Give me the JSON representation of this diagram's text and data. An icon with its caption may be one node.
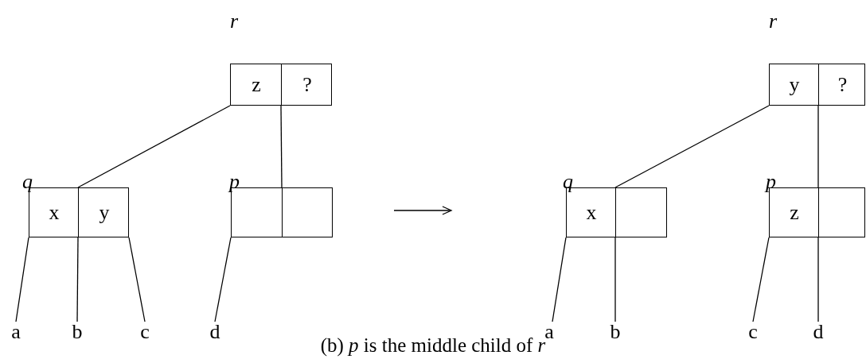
{
  "diagram": {
    "caption": "(b) *p* is the middle child of *r*",
    "nodes": [
      {
        "text": [
          "z",
          "?"
        ],
        "beside": [
          "r"
        ]
      },
      {
        "text": [
          "x",
          "y"
        ],
        "beside": [
          "q"
        ]
      },
      {
        "text": [],
        "shape": "box",
        "beside": [
          "p"
        ]
      },
      {
        "text": [
          "a"
        ]
      },
      {
        "text": [
          "b"
        ]
      },
      {
        "text": [
          "c"
        ]
      },
      {
        "text": [
          "d"
        ]
      },
      {
        "text": [
          "y",
          "?"
        ],
        "beside": [
          "r"
        ]
      },
      {
        "text": [
          "x"
        ],
        "beside": [
          "q"
        ]
      },
      {
        "text": [
          "z"
        ],
        "beside": [
          "p"
        ]
      },
      {
        "text": [
          "a"
        ]
      },
      {
        "text": [
          "b"
        ]
      },
      {
        "text": [
          "c"
        ]
      },
      {
        "text": [
          "d"
        ]
      }
    ],
    "edges": [
      {
        "from": 0,
        "to": 1,
        "arrow": "none"
      },
      {
        "from": 0,
        "to": 2,
        "arrow": "none"
      },
      {
        "from": 1,
        "to": 3,
        "arrow": "none"
      },
      {
        "from": 1,
        "to": 4,
        "arrow": "none"
      },
      {
        "from": 1,
        "to": 5,
        "arrow": "none"
      },
      {
        "from": 2,
        "to": 6,
        "arrow": "none"
      },
      {
        "from": 7,
        "to": 8,
        "arrow": "none"
      },
      {
        "from": 7,
        "to": 9,
        "arrow": "none"
      },
      {
        "from": 8,
        "to": 10,
        "arrow": "none"
      },
      {
        "from": 8,
        "to": 11,
        "arrow": "none"
      },
      {
        "from": 9,
        "to": 12,
        "arrow": "none"
      },
      {
        "from": 9,
        "to": 13,
        "arrow": "none"
      }
    ]
  }
}
